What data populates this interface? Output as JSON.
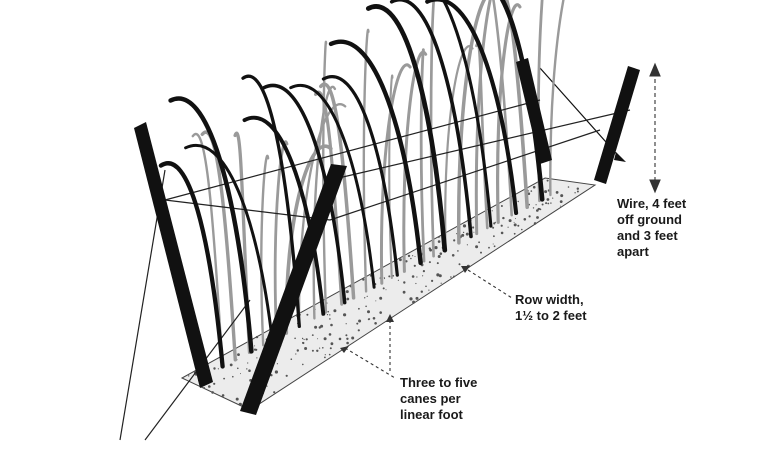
{
  "labels": {
    "wire": [
      "Wire, 4 feet",
      "off ground",
      "and 3 feet",
      "apart"
    ],
    "row_width": [
      "Row width,",
      "1½ to 2 feet"
    ],
    "canes": [
      "Three to five",
      "canes per",
      "linear foot"
    ]
  },
  "colors": {
    "ink": "#111111",
    "cane_gray": "#9a9a9a",
    "light_gray": "#c8c8c8"
  }
}
